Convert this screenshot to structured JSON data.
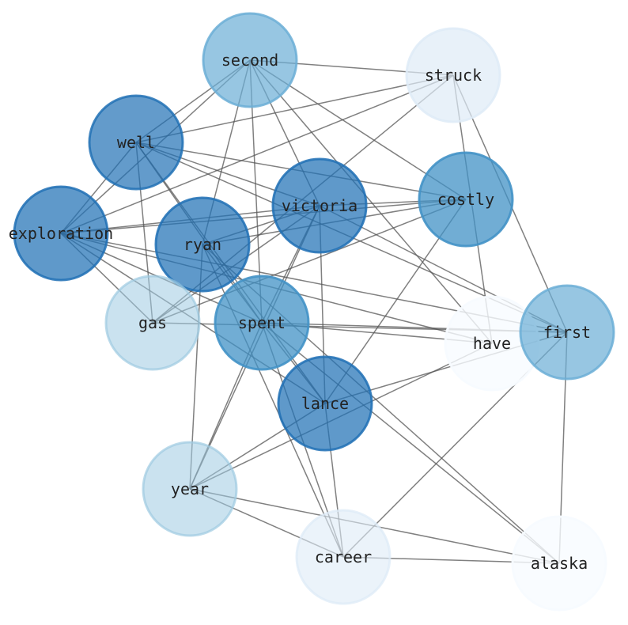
{
  "graph": {
    "nodes": [
      {
        "id": "second",
        "label": "second",
        "color": "#6baed6",
        "alpha": 0.7
      },
      {
        "id": "struck",
        "label": "struck",
        "color": "#deebf7",
        "alpha": 0.7
      },
      {
        "id": "well",
        "label": "well",
        "color": "#2171b5",
        "alpha": 0.7
      },
      {
        "id": "costly",
        "label": "costly",
        "color": "#4292c6",
        "alpha": 0.75
      },
      {
        "id": "victoria",
        "label": "victoria",
        "color": "#2171b5",
        "alpha": 0.72
      },
      {
        "id": "exploration",
        "label": "exploration",
        "color": "#2171b5",
        "alpha": 0.72
      },
      {
        "id": "ryan",
        "label": "ryan",
        "color": "#2171b5",
        "alpha": 0.72
      },
      {
        "id": "gas",
        "label": "gas",
        "color": "#9ecae1",
        "alpha": 0.55
      },
      {
        "id": "spent",
        "label": "spent",
        "color": "#4292c6",
        "alpha": 0.75
      },
      {
        "id": "have",
        "label": "have",
        "color": "#f7fbff",
        "alpha": 0.8
      },
      {
        "id": "first",
        "label": "first",
        "color": "#6baed6",
        "alpha": 0.7
      },
      {
        "id": "lance",
        "label": "lance",
        "color": "#2171b5",
        "alpha": 0.72
      },
      {
        "id": "year",
        "label": "year",
        "color": "#9ecae1",
        "alpha": 0.55
      },
      {
        "id": "career",
        "label": "career",
        "color": "#deebf7",
        "alpha": 0.6
      },
      {
        "id": "alaska",
        "label": "alaska",
        "color": "#f7fbff",
        "alpha": 0.8
      }
    ],
    "edges": [
      [
        "second",
        "struck"
      ],
      [
        "second",
        "well"
      ],
      [
        "second",
        "exploration"
      ],
      [
        "second",
        "ryan"
      ],
      [
        "second",
        "spent"
      ],
      [
        "second",
        "victoria"
      ],
      [
        "second",
        "costly"
      ],
      [
        "second",
        "have"
      ],
      [
        "struck",
        "well"
      ],
      [
        "struck",
        "exploration"
      ],
      [
        "struck",
        "gas"
      ],
      [
        "struck",
        "have"
      ],
      [
        "struck",
        "first"
      ],
      [
        "well",
        "exploration"
      ],
      [
        "well",
        "gas"
      ],
      [
        "well",
        "costly"
      ],
      [
        "well",
        "first"
      ],
      [
        "well",
        "spent"
      ],
      [
        "well",
        "lance"
      ],
      [
        "well",
        "victoria"
      ],
      [
        "exploration",
        "victoria"
      ],
      [
        "exploration",
        "costly"
      ],
      [
        "exploration",
        "gas"
      ],
      [
        "exploration",
        "spent"
      ],
      [
        "exploration",
        "lance"
      ],
      [
        "exploration",
        "first"
      ],
      [
        "exploration",
        "have"
      ],
      [
        "victoria",
        "ryan"
      ],
      [
        "victoria",
        "costly"
      ],
      [
        "victoria",
        "spent"
      ],
      [
        "victoria",
        "gas"
      ],
      [
        "victoria",
        "year"
      ],
      [
        "victoria",
        "lance"
      ],
      [
        "victoria",
        "first"
      ],
      [
        "costly",
        "ryan"
      ],
      [
        "costly",
        "gas"
      ],
      [
        "costly",
        "lance"
      ],
      [
        "ryan",
        "year"
      ],
      [
        "ryan",
        "spent"
      ],
      [
        "ryan",
        "career"
      ],
      [
        "ryan",
        "alaska"
      ],
      [
        "spent",
        "have"
      ],
      [
        "spent",
        "first"
      ],
      [
        "spent",
        "year"
      ],
      [
        "spent",
        "career"
      ],
      [
        "spent",
        "alaska"
      ],
      [
        "spent",
        "lance"
      ],
      [
        "gas",
        "first"
      ],
      [
        "lance",
        "year"
      ],
      [
        "lance",
        "career"
      ],
      [
        "lance",
        "first"
      ],
      [
        "year",
        "have"
      ],
      [
        "year",
        "career"
      ],
      [
        "year",
        "alaska"
      ],
      [
        "career",
        "alaska"
      ],
      [
        "career",
        "first"
      ],
      [
        "first",
        "alaska"
      ]
    ]
  }
}
